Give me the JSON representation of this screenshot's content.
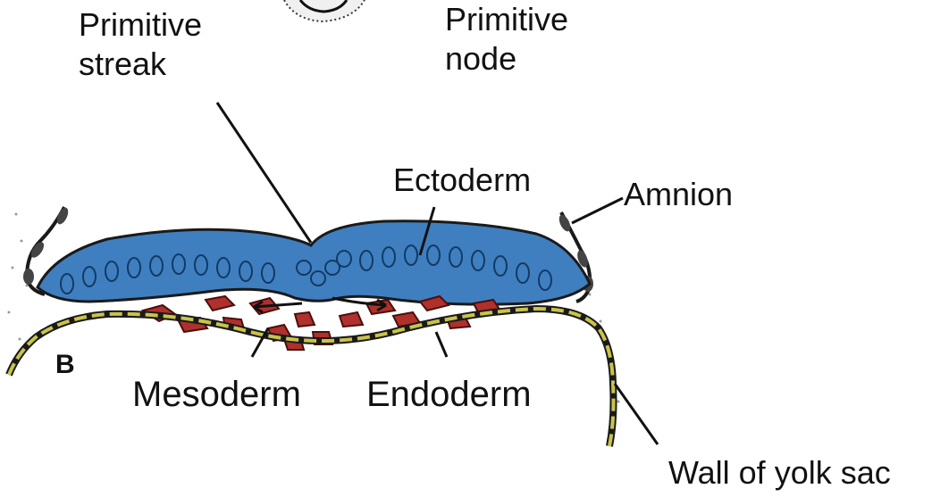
{
  "labels": {
    "primitive_streak_line1": "Primitive",
    "primitive_streak_line2": "streak",
    "primitive_node_line1": "Primitive",
    "primitive_node_line2": "node",
    "ectoderm": "Ectoderm",
    "amnion": "Amnion",
    "mesoderm": "Mesoderm",
    "endoderm": "Endoderm",
    "wall_of_yolk_sac": "Wall of yolk sac",
    "panel": "B"
  },
  "colors": {
    "ectoderm": "#3f7fbf",
    "mesoderm": "#b0302c",
    "endoderm": "#c9c34a",
    "outline": "#1a1a1a"
  }
}
